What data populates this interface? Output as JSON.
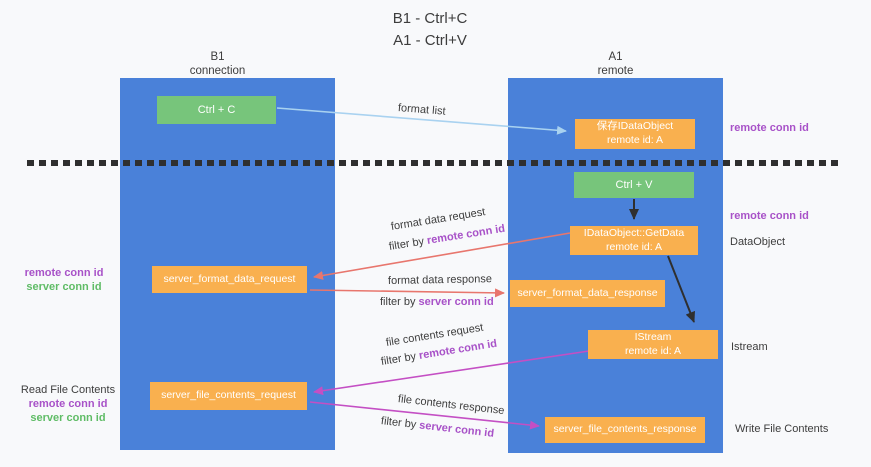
{
  "title": {
    "line1": "B1 - Ctrl+C",
    "line2": "A1 - Ctrl+V"
  },
  "columns": {
    "left": {
      "name": "B1",
      "sub": "connection"
    },
    "right": {
      "name": "A1",
      "sub": "remote"
    }
  },
  "boxes": {
    "ctrl_c": "Ctrl + C",
    "ctrl_v": "Ctrl + V",
    "save_dataobject": {
      "line1": "保存IDataObject",
      "line2": "remote id: A"
    },
    "getdata": {
      "line1": "IDataObject::GetData",
      "line2": "remote id: A"
    },
    "istream": {
      "line1": "IStream",
      "line2": "remote id: A"
    },
    "format_request": "server_format_data_request",
    "format_response": "server_format_data_response",
    "file_request": "server_file_contents_request",
    "file_response": "server_file_contents_response"
  },
  "arrow_labels": {
    "format_list": "format list",
    "format_request": {
      "title": "format data request",
      "filter_prefix": "filter by ",
      "filter_key": "remote conn id"
    },
    "format_response": {
      "title": "format data response",
      "filter_prefix": "filter by ",
      "filter_key": "server conn id"
    },
    "file_request": {
      "title": "file contents request",
      "filter_prefix": "filter by ",
      "filter_key": "remote conn id"
    },
    "file_response": {
      "title": "file contents response",
      "filter_prefix": "filter by ",
      "filter_key": "server conn id"
    }
  },
  "side_labels": {
    "right_remote_conn_top": "remote conn id",
    "right_remote_conn_mid": "remote conn id",
    "dataobject": "DataObject",
    "istream": "Istream",
    "write_file": "Write File Contents",
    "left_remote_conn_top": "remote conn id",
    "left_server_conn_top": "server conn id",
    "read_file": "Read File Contents",
    "left_remote_conn_bottom": "remote conn id",
    "left_server_conn_bottom": "server conn id"
  },
  "colors": {
    "background": "#f8f9fb",
    "column_blue": "#4a81d9",
    "box_green": "#77c57b",
    "box_orange": "#f9b04f",
    "label_purple": "#a852c8",
    "label_green": "#5fbc66",
    "arrow_blue": "#a9d2f0",
    "arrow_black": "#2f2f2f",
    "arrow_salmon": "#e8766d",
    "arrow_magenta": "#c44fc4",
    "text_dark": "#3d3d3d"
  }
}
